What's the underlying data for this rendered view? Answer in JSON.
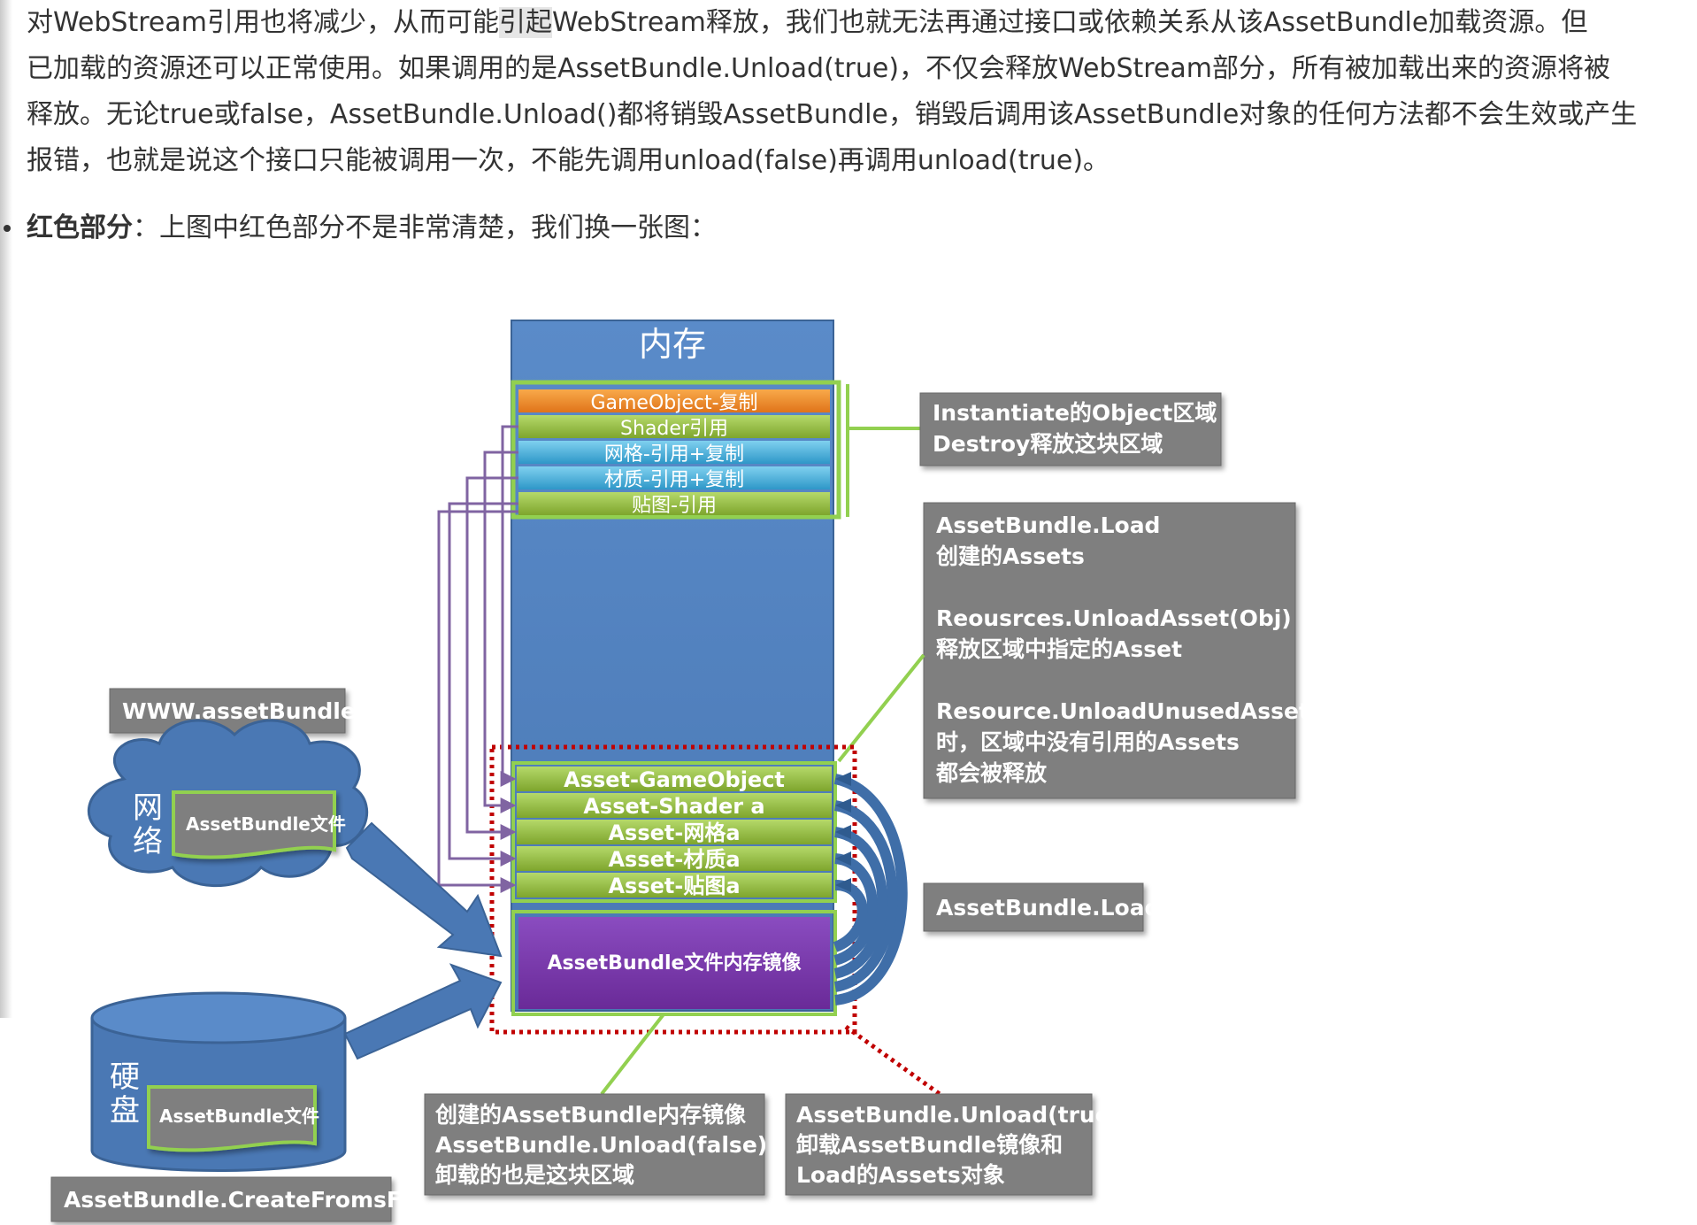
{
  "article": {
    "line1_a": "对WebStream引用也将减少，从而可能",
    "line1_hl": "引起",
    "line1_b": "WebStream释放，我们也就无法再通过接口或依赖关系从该AssetBundle加载资源。但",
    "line2": "已加载的资源还可以正常使用。如果调用的是AssetBundle.Unload(true)，不仅会释放WebStream部分，所有被加载出来的资源将被",
    "line3": "释放。无论true或false，AssetBundle.Unload()都将销毁AssetBundle，销毁后调用该AssetBundle对象的任何方法都不会生效或产生",
    "line4": "报错，也就是说这个接口只能被调用一次，不能先调用unload(false)再调用unload(true)。",
    "bullet_bold": "红色部分",
    "bullet_text": "：上图中红色部分不是非常清楚，我们换一张图："
  },
  "diagram": {
    "memory_title": "内存",
    "instantiate_rows": [
      "GameObject-复制",
      "Shader引用",
      "网格-引用+复制",
      "材质-引用+复制",
      "贴图-引用"
    ],
    "asset_rows": [
      "Asset-GameObject",
      "Asset-Shader a",
      "Asset-网格a",
      "Asset-材质a",
      "Asset-贴图a"
    ],
    "mirror_label": "AssetBundle文件内存镜像",
    "callout_instantiate": [
      "Instantiate的Object区域",
      "Destroy释放这块区域"
    ],
    "callout_load": [
      "AssetBundle.Load",
      "创建的Assets",
      "",
      "Reousrces.UnloadAsset(Obj)",
      "释放区域中指定的Asset",
      "",
      "Resource.UnloadUnusedAsset",
      "时，区域中没有引用的Assets",
      "都会被释放"
    ],
    "callout_assetbundle_load": "AssetBundle.Load",
    "callout_www": "WWW.assetBundle",
    "network_label": [
      "网",
      "络"
    ],
    "network_file": "AssetBundle文件",
    "disk_label": [
      "硬",
      "盘"
    ],
    "disk_file": "AssetBundle文件",
    "callout_createfromfile": "AssetBundle.CreateFromsFile",
    "callout_mirror": [
      "创建的AssetBundle内存镜像",
      "AssetBundle.Unload(false)",
      "卸载的也是这块区域"
    ],
    "callout_unload_true": [
      "AssetBundle.Unload(true)",
      "卸载AssetBundle镜像和",
      "Load的Assets对象"
    ],
    "colors": {
      "memory_blue": "#4f81bd",
      "green_row": "#8db33a",
      "orange_row": "#f08a24",
      "cyan_row": "#3fa8d6",
      "mirror_purple": "#7030a0",
      "callout_gray": "#7f7f7f",
      "red_dotted": "#c00000",
      "arrow_purple": "#8064a2",
      "green_line": "#92d050"
    }
  }
}
